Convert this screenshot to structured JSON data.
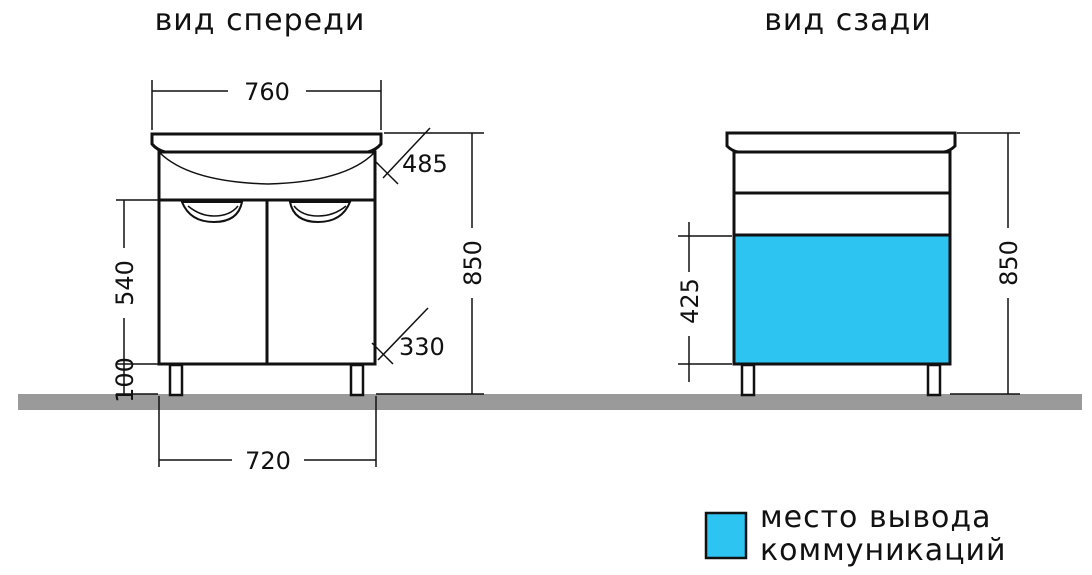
{
  "titles": {
    "front": "вид спереди",
    "back": "вид сзади"
  },
  "dimensions": {
    "top_width": "760",
    "bottom_width": "720",
    "basin_depth": "485",
    "body_depth": "330",
    "door_height": "540",
    "leg_height": "100",
    "total_height_front": "850",
    "total_height_back": "850",
    "utility_zone_height": "425"
  },
  "legend": {
    "line1": "место вывода",
    "line2": "коммуникаций"
  },
  "colors": {
    "utility_zone": "#2ec4f1",
    "floor": "#9a9a9a",
    "lines": "#111111"
  }
}
